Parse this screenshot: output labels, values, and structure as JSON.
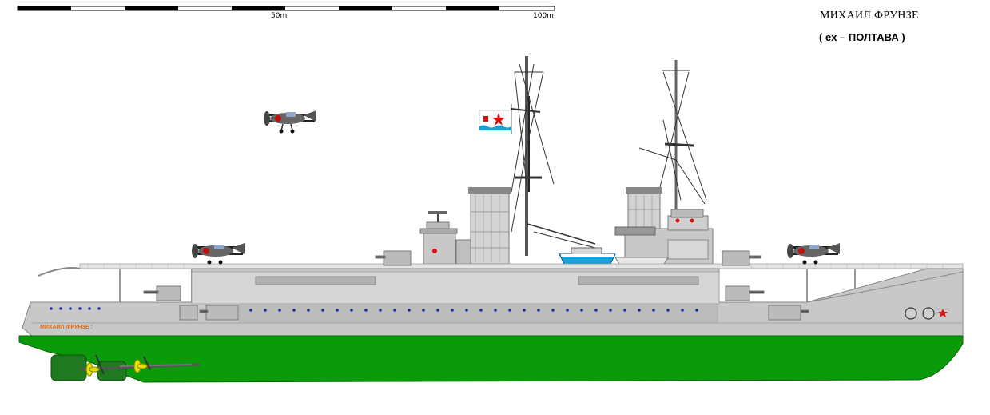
{
  "title": "МИХАИЛ ФРУНЗЕ",
  "subtitle": "( ex – ПОЛТАВА )",
  "scale_bar": {
    "label_mid": "50m",
    "label_end": "100m"
  },
  "hull_name": "МИХАИЛ ФРУНЗЕ :",
  "colors": {
    "hull_grey": "#c8c8c8",
    "hull_dark": "#a8a8a8",
    "underwater": "#0a9a0a",
    "underwater_dark": "#1f7a1f",
    "flight_deck": "#dcdcdc",
    "name_orange": "#e86a10",
    "porthole_blue": "#1c2fa0",
    "propeller": "#e8e000",
    "boat_blue": "#1aa0d8",
    "flag_red": "#e01010"
  },
  "icons": [
    "plane-icon",
    "flag-icon",
    "propeller-icon",
    "star-icon",
    "crest-icon"
  ]
}
